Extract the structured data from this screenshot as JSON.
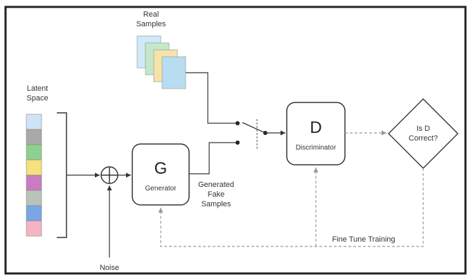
{
  "diagram": {
    "title": "",
    "labels": {
      "real_samples_line1": "Real",
      "real_samples_line2": "Samples",
      "latent_space_line1": "Latent",
      "latent_space_line2": "Space",
      "generator_letter": "G",
      "generator_name": "Generator",
      "discriminator_letter": "D",
      "discriminator_name": "Discriminator",
      "decision_line1": "Is D",
      "decision_line2": "Correct?",
      "fake_line1": "Generated",
      "fake_line2": "Fake",
      "fake_line3": "Samples",
      "fine_tune": "Fine Tune Training",
      "noise": "Noise"
    },
    "latent_colors": [
      "#cfe3f6",
      "#a9a9a9",
      "#8fcf8f",
      "#f6e27a",
      "#c97cc2",
      "#b8c4b8",
      "#7aa6e6",
      "#f5b3c3"
    ],
    "sample_colors": [
      "#d0e8f8",
      "#c4e8c8",
      "#f6e3a8",
      "#b8dcf0"
    ],
    "colors": {
      "stroke": "#333333",
      "feedback": "#999999",
      "frame": "#222222"
    }
  }
}
